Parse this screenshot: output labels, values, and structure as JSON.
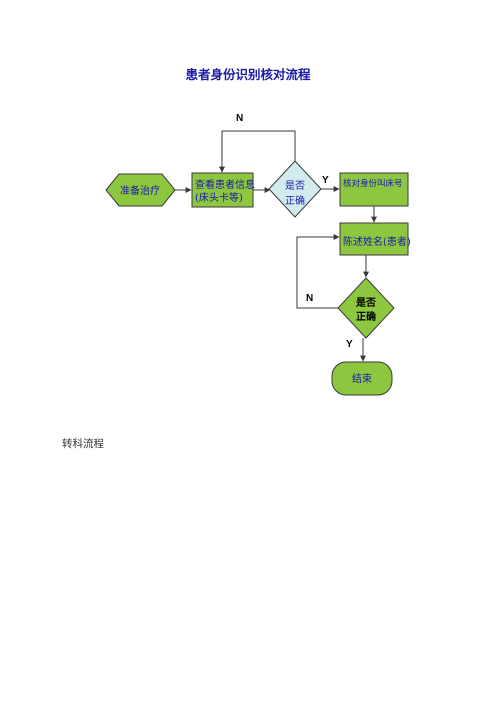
{
  "document": {
    "title": "患者身份识别核对流程",
    "section_heading": "转科流程"
  },
  "flowchart": {
    "start": "准备治疗",
    "check_info_line1": "查看患者信息",
    "check_info_line2": "(床头卡等)",
    "decision1_line1": "是否",
    "decision1_line2": "正确",
    "verify_call": "核对身份叫床号",
    "state_name": "陈述姓名(患者)",
    "decision2_line1": "是否",
    "decision2_line2": "正确",
    "end": "结束",
    "label_n_top": "N",
    "label_y_right": "Y",
    "label_n_left": "N",
    "label_y_bottom": "Y"
  },
  "colors": {
    "green": "#8dc63f",
    "teal": "#d2ecee",
    "stroke": "#3a3a3a"
  }
}
